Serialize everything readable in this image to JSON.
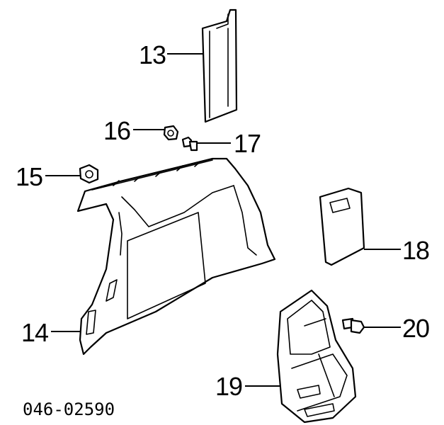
{
  "callouts": {
    "c13": "13",
    "c14": "14",
    "c15": "15",
    "c16": "16",
    "c17": "17",
    "c18": "18",
    "c19": "19",
    "c20": "20"
  },
  "diagram_code": "046-02590"
}
